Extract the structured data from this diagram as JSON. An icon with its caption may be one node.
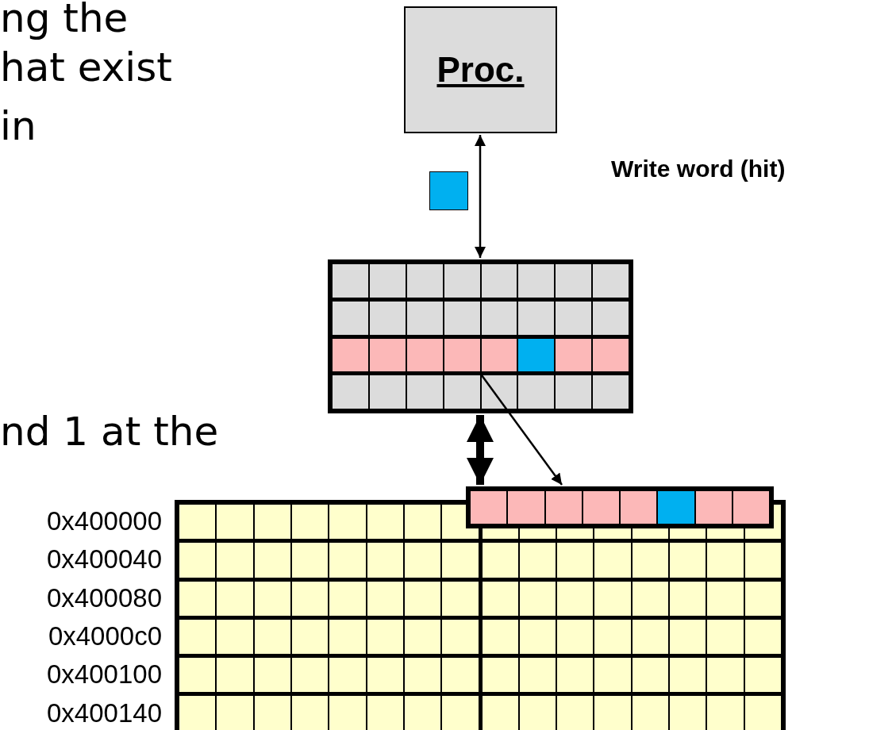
{
  "diagram": {
    "nodes": [
      {
        "text": [
          "Proc."
        ]
      },
      {
        "text": [],
        "shape": "box"
      },
      {
        "text": [],
        "shape": "bar",
        "in": 1
      },
      {
        "text": [],
        "shape": "box",
        "beside": [
          "0x400000",
          "0x400040",
          "0x400080",
          "0x4000c0",
          "0x400100",
          "0x400140"
        ]
      },
      {
        "text": [],
        "shape": "bar"
      }
    ],
    "edges": [
      {
        "from": 0,
        "to": 1,
        "arrow": "both"
      },
      {
        "from": 1,
        "to": 4,
        "arrow": "both",
        "style": "thick"
      },
      {
        "from": 2,
        "to": 4,
        "arrow": "to"
      }
    ],
    "labels": [
      "ng the",
      "hat exist",
      "in",
      "nd 1 at the",
      "Write word (hit)"
    ]
  }
}
